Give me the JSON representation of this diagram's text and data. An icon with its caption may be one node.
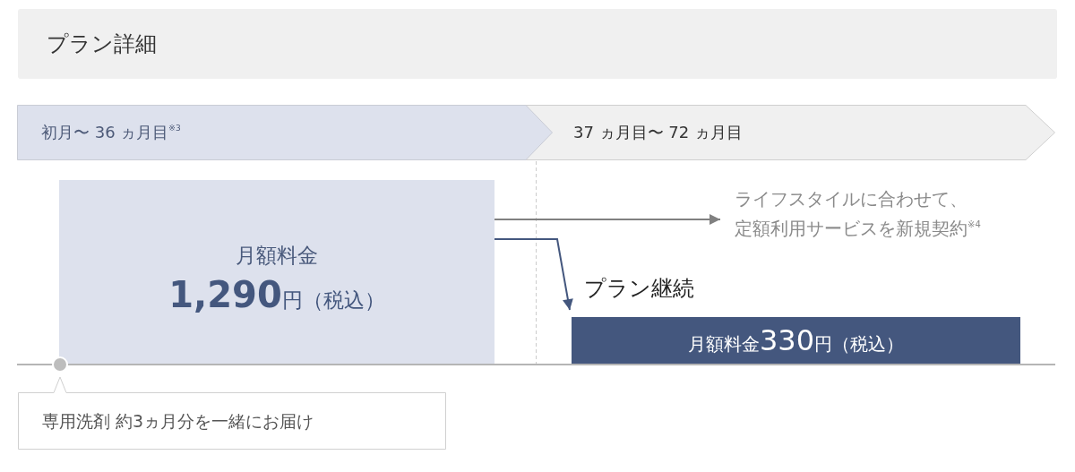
{
  "diagram": {
    "title": "プラン詳細",
    "nodes": [
      {
        "text": [
          "初月〜 36 ヵ月目$^{※3}$"
        ]
      },
      {
        "text": [
          "37 ヵ月目〜 72 ヵ月目"
        ]
      },
      {
        "text": [
          "月額料金",
          "**1,290**円（税込）"
        ]
      },
      {
        "text": [
          "ライフスタイルに合わせて、定額利用サービスを新規契約$^{※4}$"
        ]
      },
      {
        "text": [
          "プラン継続",
          "月額料金**330**円（税込）"
        ]
      },
      {
        "text": [
          "専用洗剤 約3ヵ月分を一緒にお届け"
        ]
      }
    ],
    "edges": [
      {
        "from": 2,
        "to": 3,
        "arrow": "to",
        "color": "#808080"
      },
      {
        "from": 2,
        "to": 4,
        "arrow": "to",
        "color": "#44577e"
      }
    ]
  }
}
